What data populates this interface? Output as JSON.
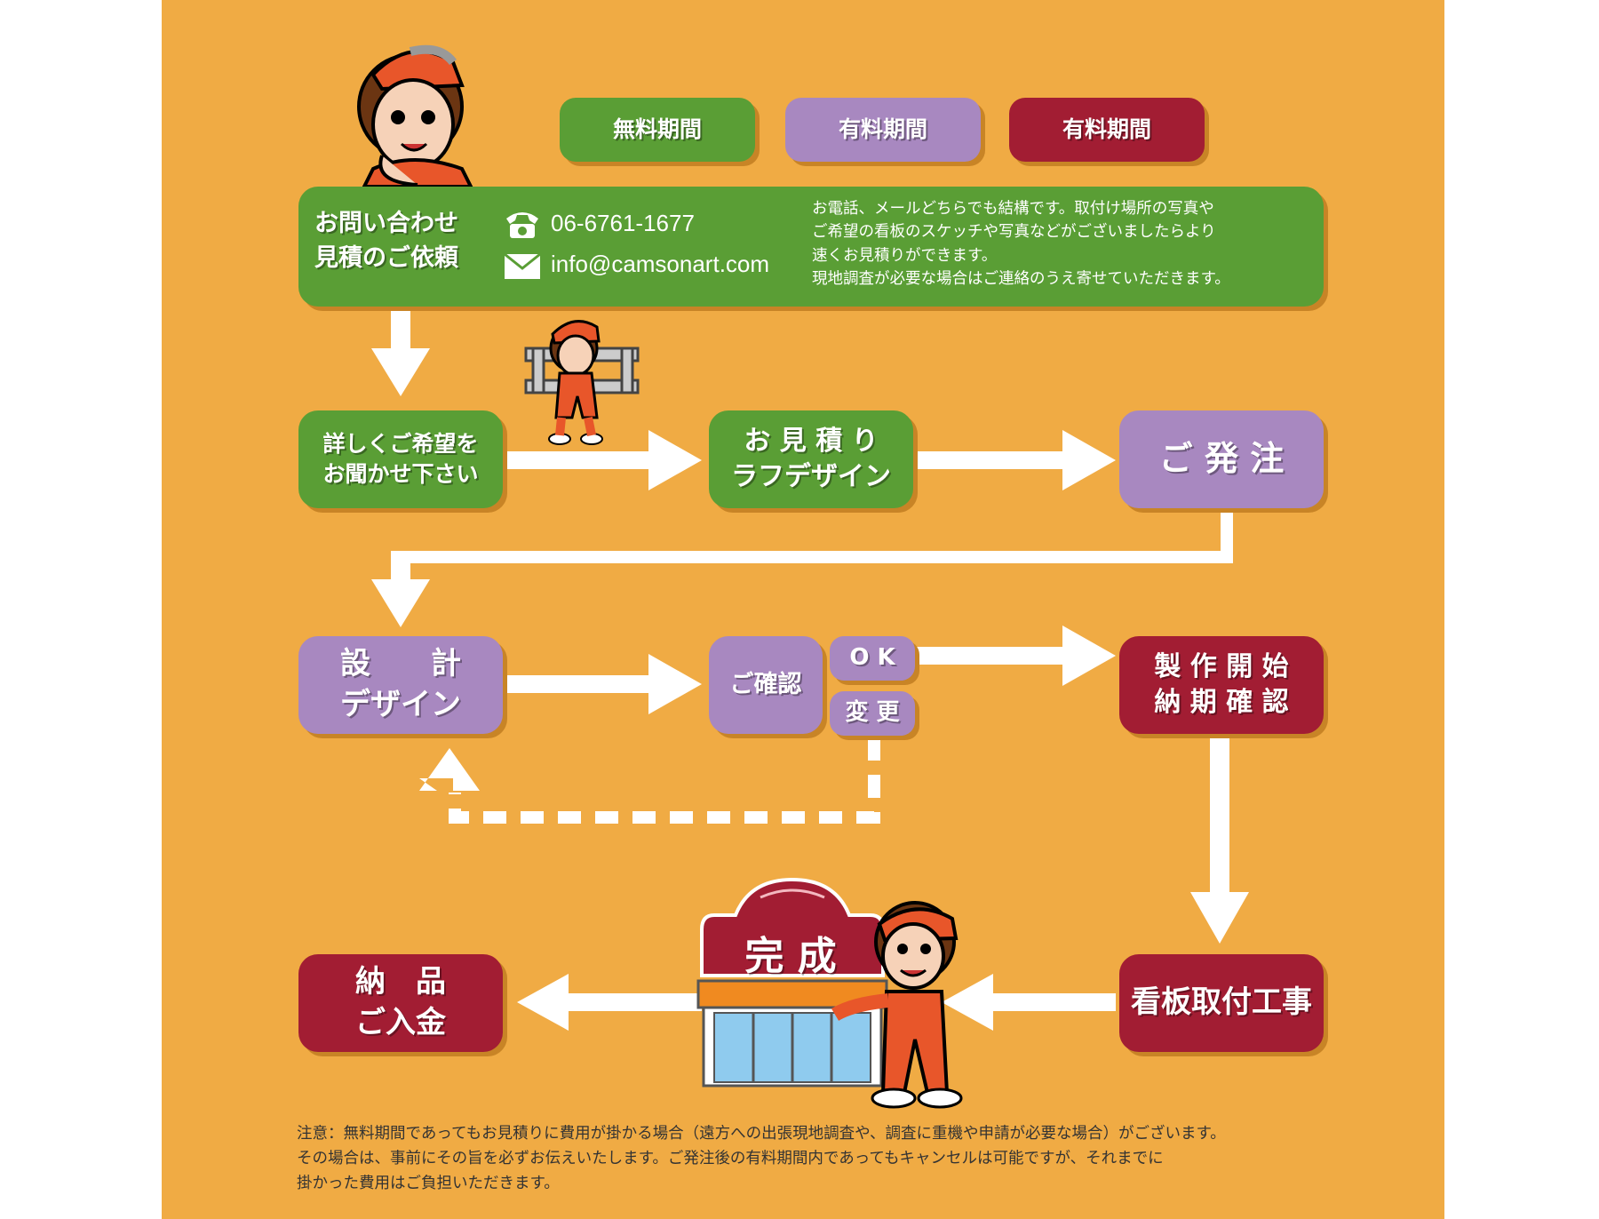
{
  "legend": {
    "free": "無料期間",
    "paid_a": "有料期間",
    "paid_b": "有料期間",
    "colors": {
      "free": "#5a9e35",
      "paid_a": "#a888c0",
      "paid_b": "#a21d33"
    }
  },
  "contact": {
    "title_line1": "お問い合わせ",
    "title_line2": "見積のご依頼",
    "phone": "06-6761-1677",
    "email": "info@camsonart.com",
    "note_lines": [
      "お電話、メールどちらでも結構です。取付け場所の写真や",
      "ご希望の看板のスケッチや写真などがございましたらより",
      "速くお見積りができます。",
      "現地調査が必要な場合はご連絡のうえ寄せていただきます。"
    ]
  },
  "steps": {
    "hearing": [
      "詳しくご希望を",
      "お聞かせ下さい"
    ],
    "estimate": [
      "お 見 積 り",
      "ラフデザイン"
    ],
    "order": "ご 発 注",
    "design": [
      "設　　計",
      "デザイン"
    ],
    "confirm": "ご確認",
    "ok": "O K",
    "change": "変 更",
    "production": [
      "製 作 開 始",
      "納 期 確 認"
    ],
    "install": "看板取付工事",
    "complete": "完 成",
    "delivery": [
      "納　品",
      "ご入金"
    ]
  },
  "footnote": [
    "注意：無料期間であってもお見積りに費用が掛かる場合（遠方への出張現地調査や、調査に重機や申請が必要な場合）がございます。",
    "その場合は、事前にその旨を必ずお伝えいたします。ご発注後の有料期間内であってもキャンセルは可能ですが、それまでに",
    "掛かった費用はご負担いただきます。"
  ]
}
